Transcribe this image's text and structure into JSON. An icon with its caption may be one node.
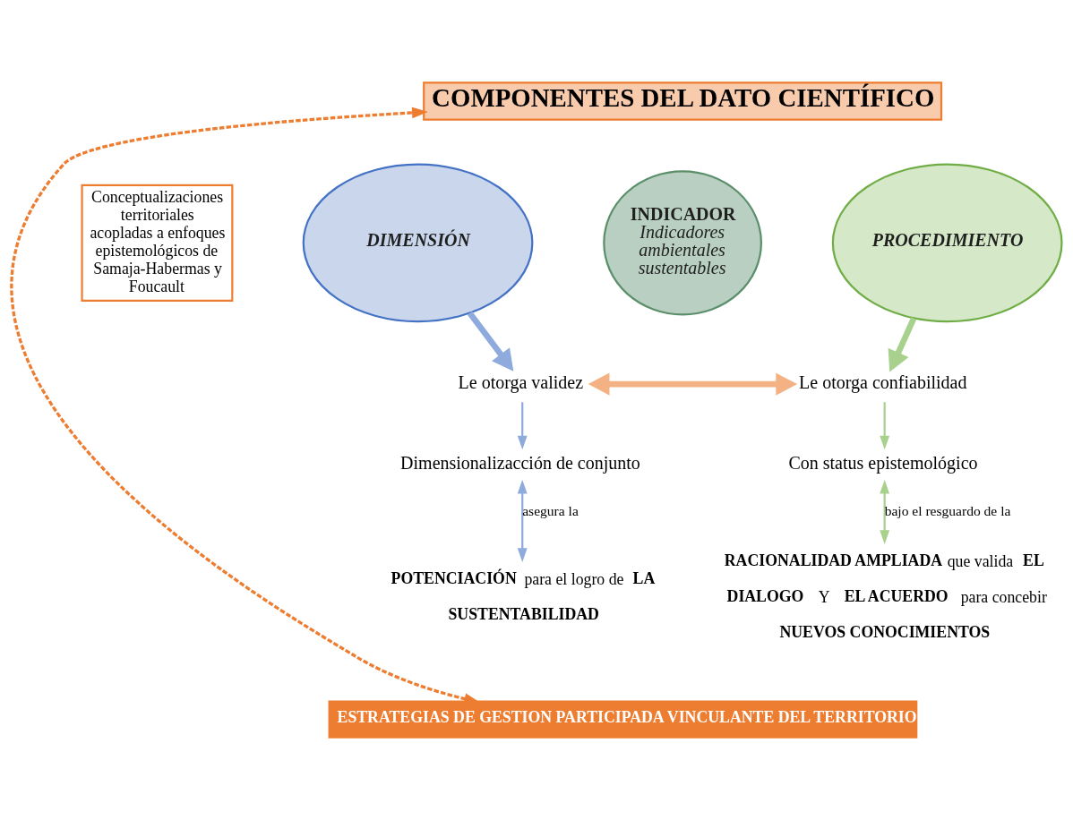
{
  "diagram": {
    "nodes": [
      {
        "text": [
          "COMPONENTES DEL DATO CIENTÍFICO"
        ]
      },
      {
        "text": [
          "DIMENSIÓN"
        ]
      },
      {
        "text": [
          "INDICADOR",
          "Indicadores ambientales sustentables"
        ]
      },
      {
        "text": [
          "PROCEDIMIENTO"
        ]
      },
      {
        "text": [
          "Le otorga validez"
        ]
      },
      {
        "text": [
          "Dimensionalizacción de conjunto"
        ]
      },
      {
        "text": [
          "**POTENCIACIÓN** para el logro de **LA SUSTENTABILIDAD**"
        ]
      },
      {
        "text": [
          "Le otorga confiabilidad"
        ]
      },
      {
        "text": [
          "Con status epistemológico"
        ]
      },
      {
        "text": [
          "**RACIONALIDAD AMPLIADA** que valida **EL DIALOGO** Y **EL ACUERDO** para concebir **NUEVOS CONOCIMIENTOS**"
        ]
      },
      {
        "text": [
          "ESTRATEGIAS DE GESTION PARTICIPADA VINCULANTE DEL TERRITORIO"
        ]
      },
      {
        "text": [
          "Conceptualizaciones territoriales acopladas a enfoques epistemológicos de Samaja-Habermas y Foucault"
        ]
      }
    ],
    "edges": [
      {
        "from": 10,
        "to": 0,
        "arrow": "both",
        "style": "dashed",
        "color": "#ed7d31"
      },
      {
        "from": 1,
        "to": 4,
        "arrow": "to",
        "style": "thick",
        "color": "#8faadc"
      },
      {
        "from": 4,
        "to": 5,
        "arrow": "to",
        "color": "#8faadc"
      },
      {
        "from": 5,
        "to": 6,
        "arrow": "both",
        "label": "asegura la",
        "color": "#8faadc"
      },
      {
        "from": 3,
        "to": 7,
        "arrow": "to",
        "style": "thick",
        "color": "#a9d18e"
      },
      {
        "from": 7,
        "to": 8,
        "arrow": "to",
        "color": "#a9d18e"
      },
      {
        "from": 8,
        "to": 9,
        "arrow": "both",
        "label": "bajo el resguardo de la",
        "color": "#a9d18e"
      },
      {
        "from": 4,
        "to": 7,
        "arrow": "both",
        "style": "thick",
        "color": "#f4b183"
      }
    ]
  }
}
